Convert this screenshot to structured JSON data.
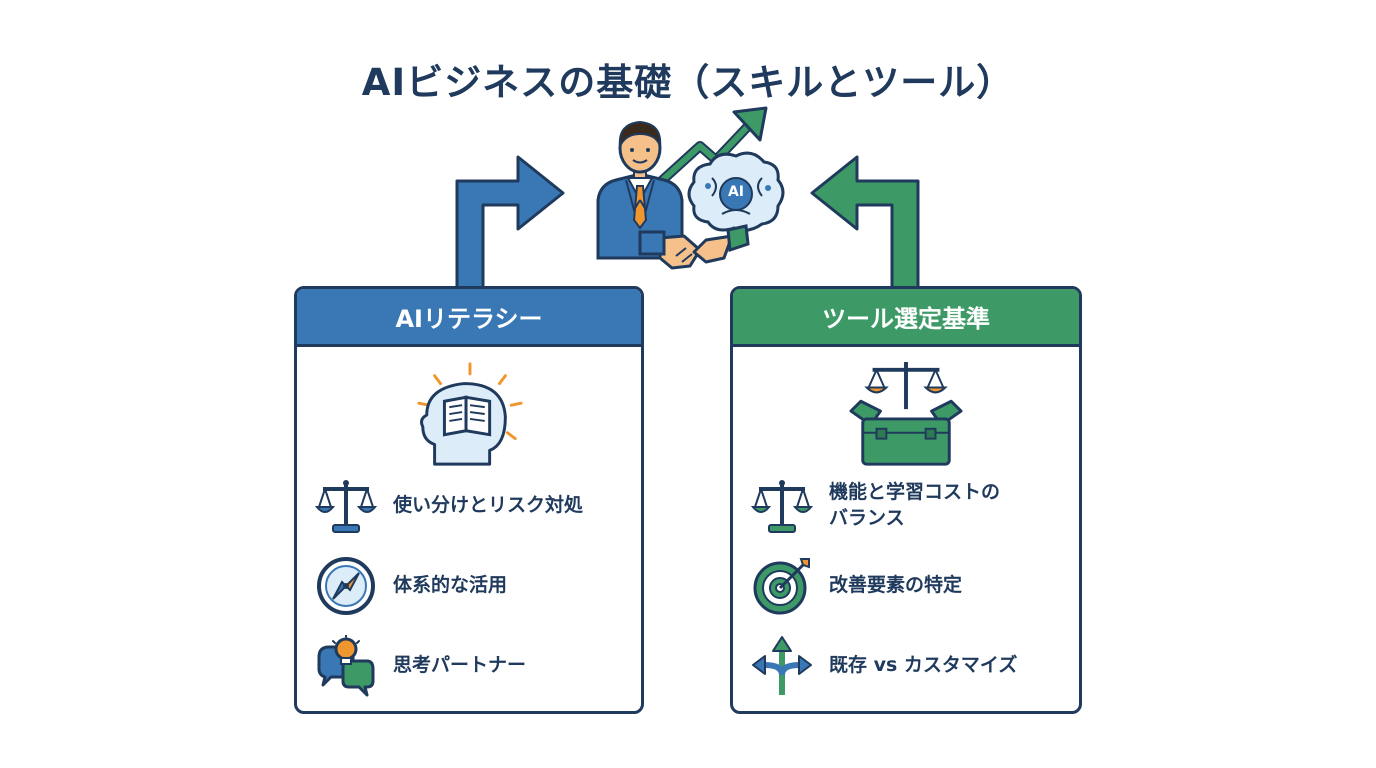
{
  "title": "AIビジネスの基礎（スキルとツール）",
  "left_card": {
    "header": "AIリテラシー",
    "items": [
      {
        "label": "使い分けとリスク対処",
        "icon": "scales-icon"
      },
      {
        "label": "体系的な活用",
        "icon": "compass-icon"
      },
      {
        "label": "思考パートナー",
        "icon": "idea-chat-icon"
      }
    ],
    "hero_icon": "head-book-icon"
  },
  "right_card": {
    "header": "ツール選定基準",
    "items": [
      {
        "label": "機能と学習コストの\nバランス",
        "icon": "scales-icon"
      },
      {
        "label": "改善要素の特定",
        "icon": "target-icon"
      },
      {
        "label": "既存 vs カスタマイズ",
        "icon": "branch-arrows-icon"
      }
    ],
    "hero_icon": "toolbox-scales-icon"
  },
  "center": {
    "brain_badge": "AI",
    "figure_icon": "businessman-icon"
  },
  "colors": {
    "navy": "#1f3a5c",
    "blue": "#3a78b5",
    "green": "#3d9a66",
    "orange": "#f0962e"
  }
}
